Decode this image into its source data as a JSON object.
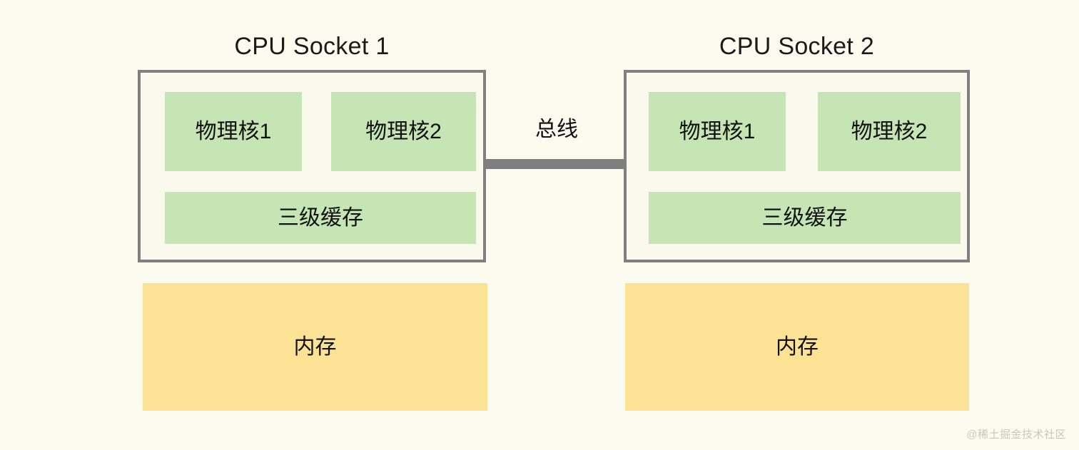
{
  "background_color": "#FCFBF0",
  "palette": {
    "core_fill": "#C5E6B4",
    "cache_fill": "#C5E6B4",
    "memory_fill": "#FBE294",
    "socket_border": "#808080",
    "bus_color": "#7E7E7E",
    "text_color": "#111111",
    "watermark_color": "#C9C7B6"
  },
  "diagram": {
    "type": "numa-architecture-diagram",
    "sockets": [
      {
        "title": "CPU Socket 1",
        "cores": [
          {
            "label": "物理核1"
          },
          {
            "label": "物理核2"
          }
        ],
        "cache": {
          "label": "三级缓存"
        },
        "memory": {
          "label": "内存"
        }
      },
      {
        "title": "CPU Socket 2",
        "cores": [
          {
            "label": "物理核1"
          },
          {
            "label": "物理核2"
          }
        ],
        "cache": {
          "label": "三级缓存"
        },
        "memory": {
          "label": "内存"
        }
      }
    ],
    "interconnect": {
      "label": "总线"
    }
  },
  "watermark": {
    "text": "@稀土掘金技术社区"
  }
}
